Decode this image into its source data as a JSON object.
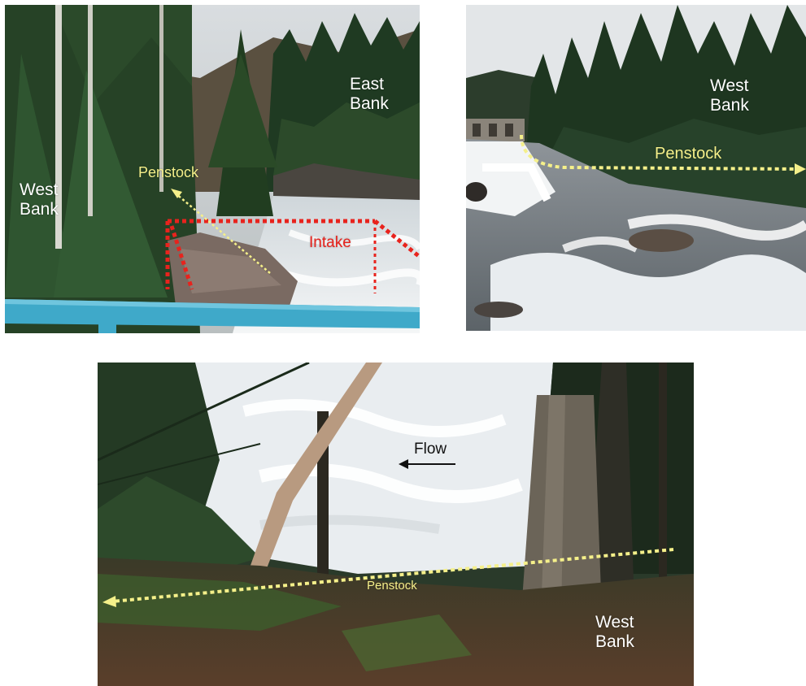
{
  "photos": [
    {
      "labels": {
        "east_bank": "East\nBank",
        "west_bank": "West\nBank",
        "penstock": "Penstock",
        "intake": "Intake"
      }
    },
    {
      "labels": {
        "west_bank": "West\nBank",
        "penstock": "Penstock"
      }
    },
    {
      "labels": {
        "flow": "Flow",
        "penstock": "Penstock",
        "west_bank": "West\nBank"
      }
    }
  ],
  "colors": {
    "penstock_line": "#f5f08a",
    "intake_line": "#e8231d",
    "railing": "#3fa9c9",
    "water": "#e9edf0",
    "forest_dark": "#1f3a22"
  }
}
